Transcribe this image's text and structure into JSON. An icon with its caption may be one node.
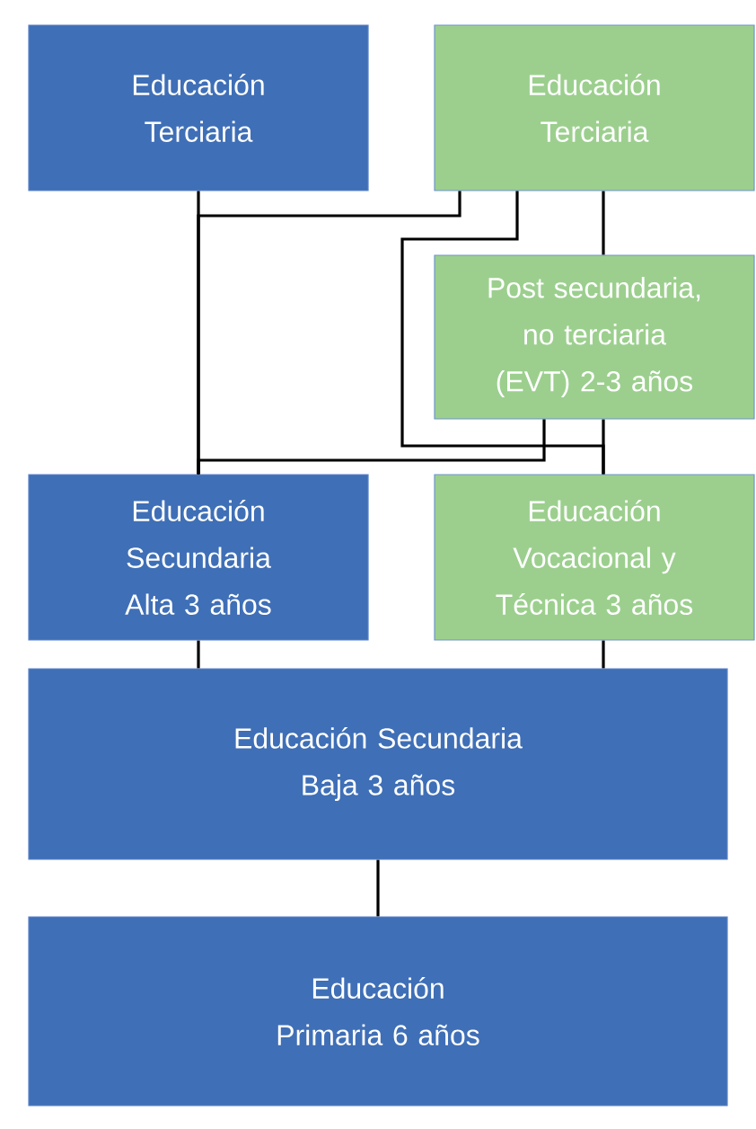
{
  "diagram": {
    "nodes": [
      {
        "text": [
          "Educación Terciaria"
        ]
      },
      {
        "text": [
          "Educación Terciaria"
        ]
      },
      {
        "text": [
          "Post secundaria, no terciaria (EVT) 2-3 años"
        ]
      },
      {
        "text": [
          "Educación Secundaria Alta 3 años"
        ]
      },
      {
        "text": [
          "Educación Vocacional y Técnica 3 años"
        ]
      },
      {
        "text": [
          "Educación Secundaria Baja 3 años"
        ]
      },
      {
        "text": [
          "Educación Primaria 6 años"
        ]
      }
    ],
    "edges": [
      {
        "from": 0,
        "to": 3,
        "arrow": "none"
      },
      {
        "from": 1,
        "to": 3,
        "arrow": "none"
      },
      {
        "from": 1,
        "to": 4,
        "arrow": "none"
      },
      {
        "from": 1,
        "to": 2,
        "arrow": "none"
      },
      {
        "from": 2,
        "to": 3,
        "arrow": "none"
      },
      {
        "from": 2,
        "to": 4,
        "arrow": "none"
      },
      {
        "from": 3,
        "to": 5,
        "arrow": "none"
      },
      {
        "from": 4,
        "to": 5,
        "arrow": "none"
      },
      {
        "from": 5,
        "to": 6,
        "arrow": "none"
      }
    ]
  }
}
